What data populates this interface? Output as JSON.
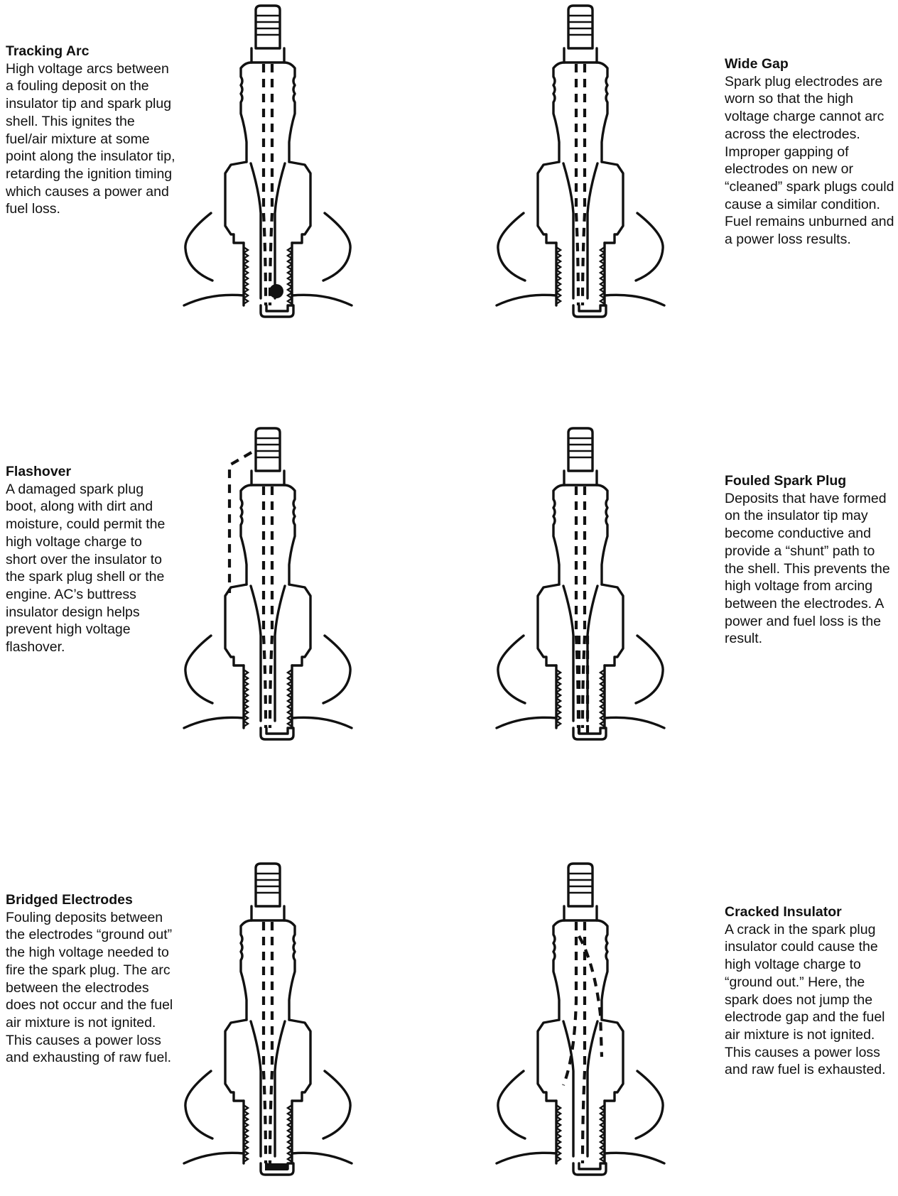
{
  "sections": [
    {
      "id": "tracking-arc",
      "title": "Tracking Arc",
      "body": "High voltage arcs between a fouling deposit on the insulator tip and spark plug shell. This ignites the fuel/air mixture at some point along the insulator tip, retarding the ignition timing which causes a power and fuel loss."
    },
    {
      "id": "wide-gap",
      "title": "Wide Gap",
      "body": "Spark plug electrodes are worn so that the high voltage charge cannot arc across the electrodes. Improper gapping of electrodes on new or “cleaned” spark plugs could cause a similar condition. Fuel remains unburned and a power loss results."
    },
    {
      "id": "flashover",
      "title": "Flashover",
      "body": "A damaged spark plug boot, along with dirt and moisture, could permit the high voltage charge to short over the insulator to the spark plug shell or the engine. AC’s buttress insulator design helps prevent high voltage flashover."
    },
    {
      "id": "fouled-spark-plug",
      "title": "Fouled Spark Plug",
      "body": "Deposits that have formed on the insulator tip may become conductive and provide a “shunt” path to the shell. This prevents the high voltage from arcing between the electrodes. A power and fuel loss is the result."
    },
    {
      "id": "bridged-electrodes",
      "title": "Bridged Electrodes",
      "body": "Fouling deposits between the electrodes “ground out” the high voltage needed to fire the spark plug. The arc between the electrodes does not occur and the fuel air mixture is not ignited. This causes a power loss and exhausting of raw fuel."
    },
    {
      "id": "cracked-insulator",
      "title": "Cracked Insulator",
      "body": "A crack in the spark plug insulator could cause the high voltage charge to “ground out.” Here, the spark does not jump the electrode gap and the fuel air mixture is not ignited. This causes a power loss and raw fuel is exhausted."
    }
  ]
}
